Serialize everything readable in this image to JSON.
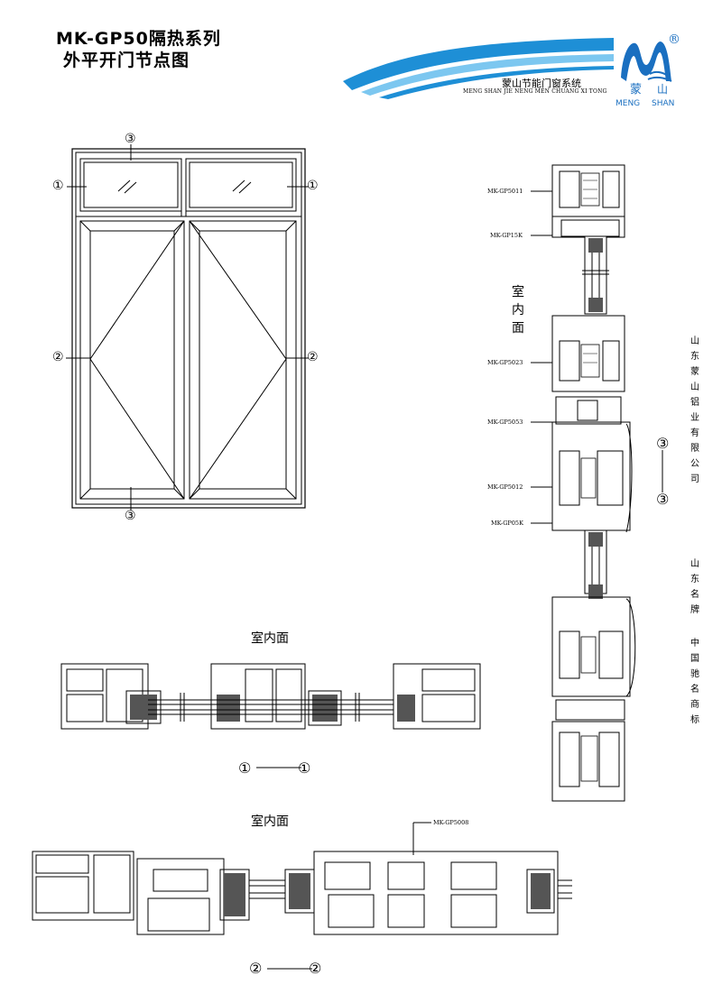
{
  "header": {
    "title_line1": "MK-GP50隔热系列",
    "title_line2": "外平开门节点图",
    "company_name": "蒙山节能门窗系统",
    "company_pinyin": "MENG SHAN JIE NENG MEN CHUANG XI TONG",
    "logo_cn_left": "蒙",
    "logo_cn_right": "山",
    "logo_en_left": "MENG",
    "logo_en_right": "SHAN",
    "registered": "®"
  },
  "side_text": {
    "company": "山东蒙山铝业有限公司",
    "slogan1": "山东名牌",
    "slogan2": "中国驰名商标"
  },
  "elevation": {
    "marker_top": "③",
    "marker_left_top": "①",
    "marker_right_top": "①",
    "marker_left_mid": "②",
    "marker_right_mid": "②",
    "marker_bottom": "③"
  },
  "vertical_section": {
    "indoor_label": "室内面",
    "parts": [
      "MK-GP5011",
      "MK-GP15K",
      "MK-GP5023",
      "MK-GP5053",
      "MK-GP5012",
      "MK-GP05K"
    ],
    "section_marker_a": "③",
    "section_marker_b": "③"
  },
  "section_1": {
    "indoor_label": "室内面",
    "marker_a": "①",
    "marker_b": "①"
  },
  "section_2": {
    "indoor_label": "室内面",
    "part": "MK-GP5008",
    "marker_a": "②",
    "marker_b": "②"
  },
  "colors": {
    "banner_blue": "#1e8fd6",
    "banner_light": "#7cc7f0",
    "logo_blue": "#1a6fc0",
    "line": "#000000",
    "insulation": "#555555"
  }
}
